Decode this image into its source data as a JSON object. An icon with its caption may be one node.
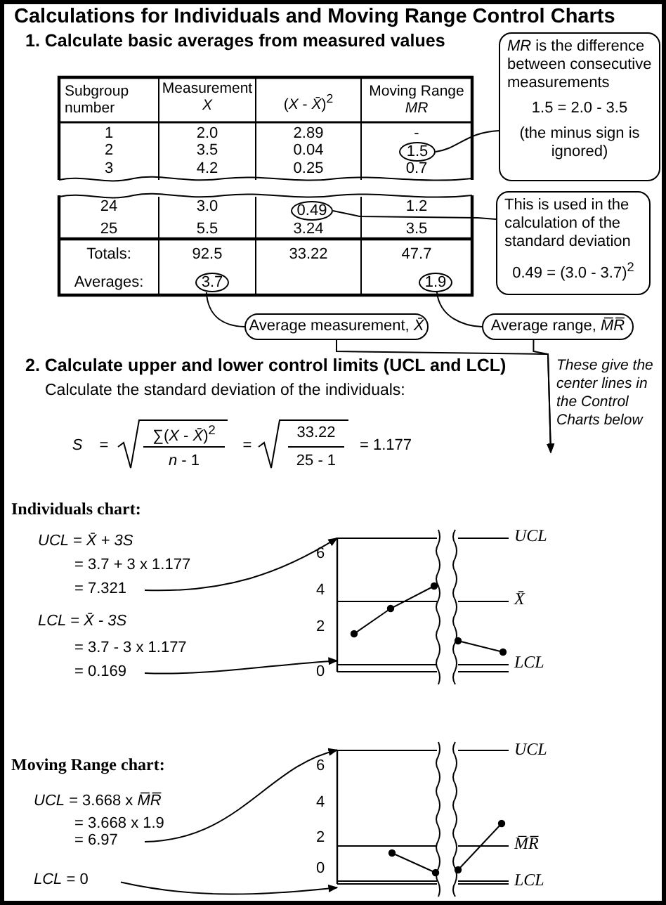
{
  "diagram": {
    "title": "Calculations for Individuals and Moving Range Control Charts",
    "nodes": [
      {
        "text": [
          "*MR* is the difference between consecutive measurements",
          "1.5 = 2.0 - 3.5",
          "(the minus sign is ignored)"
        ]
      },
      {
        "text": [
          "1.5"
        ]
      },
      {
        "text": [
          "0.49"
        ]
      },
      {
        "text": [
          "This is used in the calculation of the standard deviation",
          "0.49 = (3.0 - 3.7)$^{2}$"
        ]
      },
      {
        "text": [
          "3.7"
        ]
      },
      {
        "text": [
          "1.9"
        ]
      },
      {
        "text": [
          "Average measurement, *X̄*"
        ]
      },
      {
        "text": [
          "Average range, *M̅R̅*"
        ]
      },
      {
        "text": [
          "= 7.321"
        ]
      },
      {
        "text": [
          "= 0.169"
        ]
      },
      {
        "text": [
          "= 6.97"
        ]
      },
      {
        "text": [
          "*LCL* = 0"
        ]
      },
      {
        "text": [],
        "shape": "chart"
      },
      {
        "text": [],
        "shape": "chart"
      }
    ],
    "edges": [
      {
        "from": 0,
        "to": 1,
        "arrow": "none"
      },
      {
        "from": 2,
        "to": 3,
        "arrow": "none"
      },
      {
        "from": 4,
        "to": 6,
        "arrow": "none"
      },
      {
        "from": 5,
        "to": 7,
        "arrow": "none"
      },
      {
        "from": 6,
        "to": null,
        "arrow": "to"
      },
      {
        "from": 7,
        "to": null,
        "arrow": "to"
      },
      {
        "from": 8,
        "to": 12,
        "arrow": "to"
      },
      {
        "from": 9,
        "to": 12,
        "arrow": "to"
      },
      {
        "from": 10,
        "to": 13,
        "arrow": "to"
      },
      {
        "from": 11,
        "to": 13,
        "arrow": "to"
      }
    ],
    "labels": [
      "1. Calculate basic averages from measured values",
      "Subgroup number",
      "Measurement *X*",
      "(*X* - *X̄*)$^{2}$",
      "Moving Range *MR*",
      "1",
      "2.0",
      "2.89",
      "-",
      "2",
      "3.5",
      "0.04",
      "3",
      "4.2",
      "0.25",
      "0.7",
      "24",
      "3.0",
      "1.2",
      "25",
      "5.5",
      "3.24",
      "3.5",
      "Totals:",
      "92.5",
      "33.22",
      "47.7",
      "Averages:",
      "2. Calculate upper and lower control limits (UCL and LCL)",
      "These give the center lines in the Control Charts below",
      "Calculate the standard deviation of the individuals:",
      "*S*",
      "=",
      "∑(*X* - *X̄*)$^{2}$",
      "*n* - 1",
      "=",
      "33.22",
      "25 - 1",
      "= 1.177",
      "Individuals chart:",
      "UCL = X̄ + 3S",
      "= 3.7 + 3 x 1.177",
      "LCL = X̄ - 3S",
      "= 3.7 - 3 x 1.177",
      "6",
      "4",
      "2",
      "0",
      "*UCL*",
      "*X̄*",
      "*LCL*",
      "Moving Range chart:",
      "*UCL* = 3.668 x *M̅R̅*",
      "= 3.668 x 1.9",
      "6",
      "4",
      "2",
      "0",
      "*UCL*",
      "*M̅R̅*",
      "*LCL*"
    ]
  }
}
